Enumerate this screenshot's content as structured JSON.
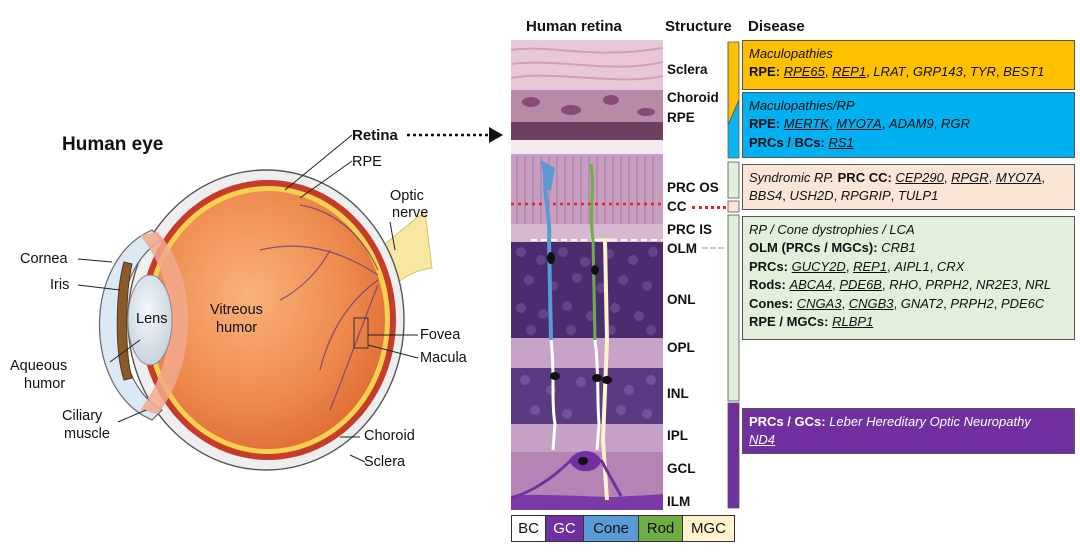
{
  "eye": {
    "title": "Human eye",
    "labels": {
      "retina": "Retina",
      "rpe": "RPE",
      "optic_nerve_1": "Optic",
      "optic_nerve_2": "nerve",
      "cornea": "Cornea",
      "iris": "Iris",
      "lens": "Lens",
      "vitreous_1": "Vitreous",
      "vitreous_2": "humor",
      "aqueous_1": "Aqueous",
      "aqueous_2": "humor",
      "ciliary_1": "Ciliary",
      "ciliary_2": "muscle",
      "fovea": "Fovea",
      "macula": "Macula",
      "choroid": "Choroid",
      "sclera": "Sclera"
    }
  },
  "headers": {
    "retina": "Human retina",
    "structure": "Structure",
    "disease": "Disease"
  },
  "structures": [
    "Sclera",
    "Choroid",
    "RPE",
    "PRC OS",
    "CC",
    "PRC IS",
    "OLM",
    "ONL",
    "OPL",
    "INL",
    "IPL",
    "GCL",
    "ILM"
  ],
  "legend": [
    {
      "label": "BC",
      "color": "#ffffff"
    },
    {
      "label": "GC",
      "color": "#7030a0"
    },
    {
      "label": "Cone",
      "color": "#5b9bd5"
    },
    {
      "label": "Rod",
      "color": "#70ad47"
    },
    {
      "label": "MGC",
      "color": "#fff2cc"
    }
  ],
  "colors": {
    "maculopathies": "#ffc000",
    "maculopathies_rp": "#00b0f0",
    "syndromic": "#fbe5d6",
    "rp": "#e2efda",
    "lhon": "#7030a0"
  },
  "diseases": {
    "box1": {
      "title": "Maculopathies",
      "l2_label": "RPE:",
      "genes_u": [
        "RPE65",
        "REP1"
      ],
      "genes": [
        "LRAT",
        "GRP143",
        "TYR",
        "BEST1"
      ]
    },
    "box2": {
      "title": "Maculopathies/RP",
      "l2_label": "RPE:",
      "l2_genes_u": [
        "MERTK",
        "MYO7A"
      ],
      "l2_genes": [
        "ADAM9",
        "RGR"
      ],
      "l3_label": "PRCs / BCs:",
      "l3_genes_u": [
        "RS1"
      ]
    },
    "box3": {
      "title": "Syndromic RP.",
      "label": "PRC CC:",
      "genes_u": [
        "CEP290",
        "RPGR",
        "MYO7A"
      ],
      "genes": [
        "BBS4",
        "USH2D",
        "RPGRIP",
        "TULP1"
      ]
    },
    "box4": {
      "title": "RP / Cone dystrophies / LCA",
      "olm_label": "OLM (PRCs / MGCs):",
      "olm_genes": [
        "CRB1"
      ],
      "prc_label": "PRCs:",
      "prc_genes_u": [
        "GUCY2D",
        "REP1"
      ],
      "prc_genes": [
        "AIPL1",
        "CRX"
      ],
      "rod_label": "Rods:",
      "rod_genes_u": [
        "ABCA4",
        "PDE6B"
      ],
      "rod_genes": [
        "RHO",
        "PRPH2",
        "NR2E3",
        "NRL"
      ],
      "cone_label": "Cones:",
      "cone_genes_u": [
        "CNGA3",
        "CNGB3"
      ],
      "cone_genes": [
        "GNAT2",
        "PRPH2",
        "PDE6C"
      ],
      "rpe_label": "RPE / MGCs:",
      "rpe_genes_u": [
        "RLBP1"
      ]
    },
    "box5": {
      "label": "PRCs / GCs:",
      "title": "Leber Hereditary Optic Neuropathy",
      "genes_u": [
        "ND4"
      ]
    }
  }
}
